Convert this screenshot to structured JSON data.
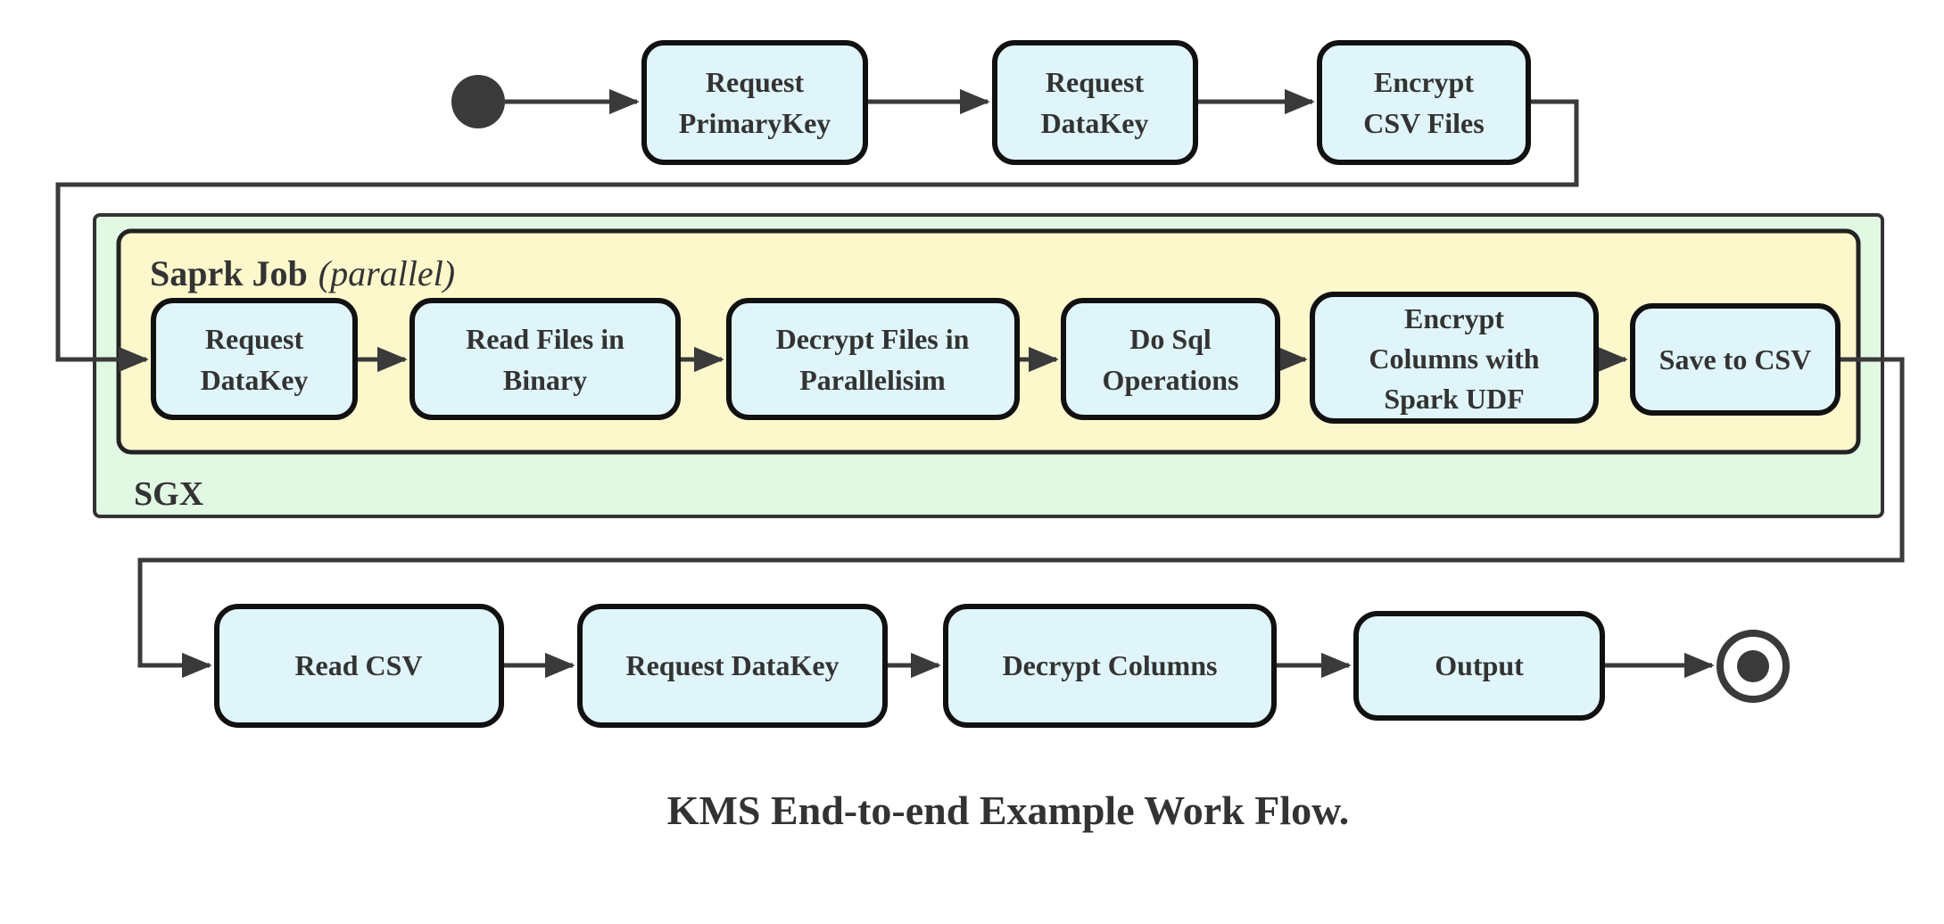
{
  "diagram": {
    "caption": "KMS End-to-end Example Work Flow.",
    "containers": {
      "sgx_label": "SGX",
      "spark_label_bold": "Saprk Job",
      "spark_label_italic": "(parallel)"
    },
    "nodes": {
      "top": [
        {
          "lines": [
            "Request",
            "PrimaryKey"
          ]
        },
        {
          "lines": [
            "Request",
            "DataKey"
          ]
        },
        {
          "lines": [
            "Encrypt",
            "CSV Files"
          ]
        }
      ],
      "middle": [
        {
          "lines": [
            "Request",
            "DataKey"
          ]
        },
        {
          "lines": [
            "Read Files in",
            "Binary"
          ]
        },
        {
          "lines": [
            "Decrypt Files in",
            "Parallelisim"
          ]
        },
        {
          "lines": [
            "Do Sql",
            "Operations"
          ]
        },
        {
          "lines": [
            "Encrypt",
            "Columns with",
            "Spark UDF"
          ]
        },
        {
          "lines": [
            "Save to CSV"
          ]
        }
      ],
      "bottom": [
        {
          "lines": [
            "Read CSV"
          ]
        },
        {
          "lines": [
            "Request DataKey"
          ]
        },
        {
          "lines": [
            "Decrypt Columns"
          ]
        },
        {
          "lines": [
            "Output"
          ]
        }
      ]
    },
    "colors": {
      "node_fill": "#e0f5fa",
      "node_border": "#111111",
      "sgx_fill": "#e1f8e3",
      "sgx_border": "#333333",
      "spark_fill": "#fcf8cc",
      "spark_border": "#222222",
      "line": "#3a3a3a",
      "text": "#333333",
      "text2": "#333333"
    }
  }
}
